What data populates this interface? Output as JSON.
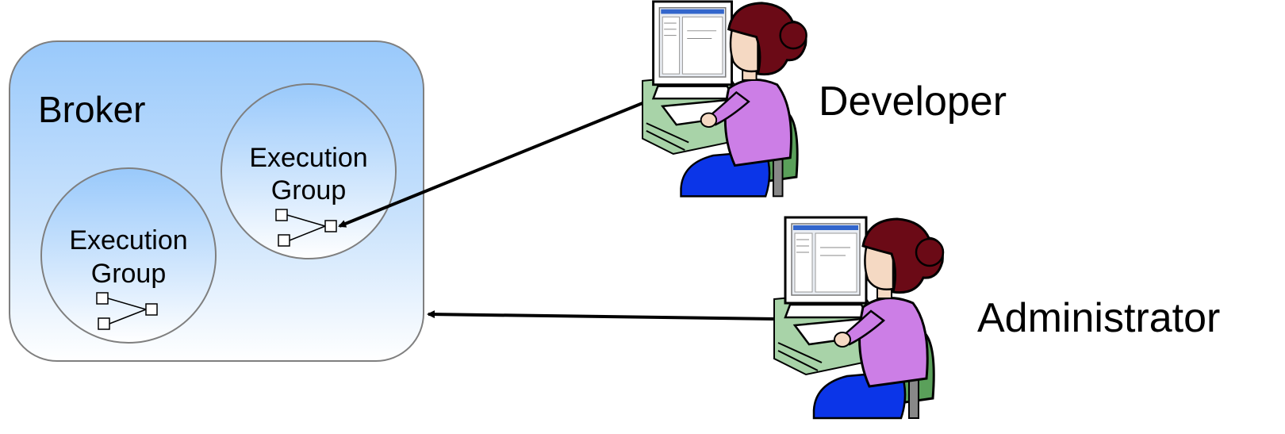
{
  "broker": {
    "label": "Broker"
  },
  "execution_groups": [
    {
      "line1": "Execution",
      "line2": "Group"
    },
    {
      "line1": "Execution",
      "line2": "Group"
    }
  ],
  "people": [
    {
      "label": "Developer",
      "role": "developer"
    },
    {
      "label": "Administrator",
      "role": "administrator"
    }
  ],
  "colors": {
    "broker_top": "#99c9fb",
    "broker_bottom": "#ffffff",
    "outline": "#7f7f7f",
    "hair": "#6b0a16",
    "shirt": "#cc7ee6",
    "pants": "#0b35e8",
    "chair": "#5aa05a",
    "desk": "#a8d3a8",
    "skin": "#f5d9c3"
  }
}
